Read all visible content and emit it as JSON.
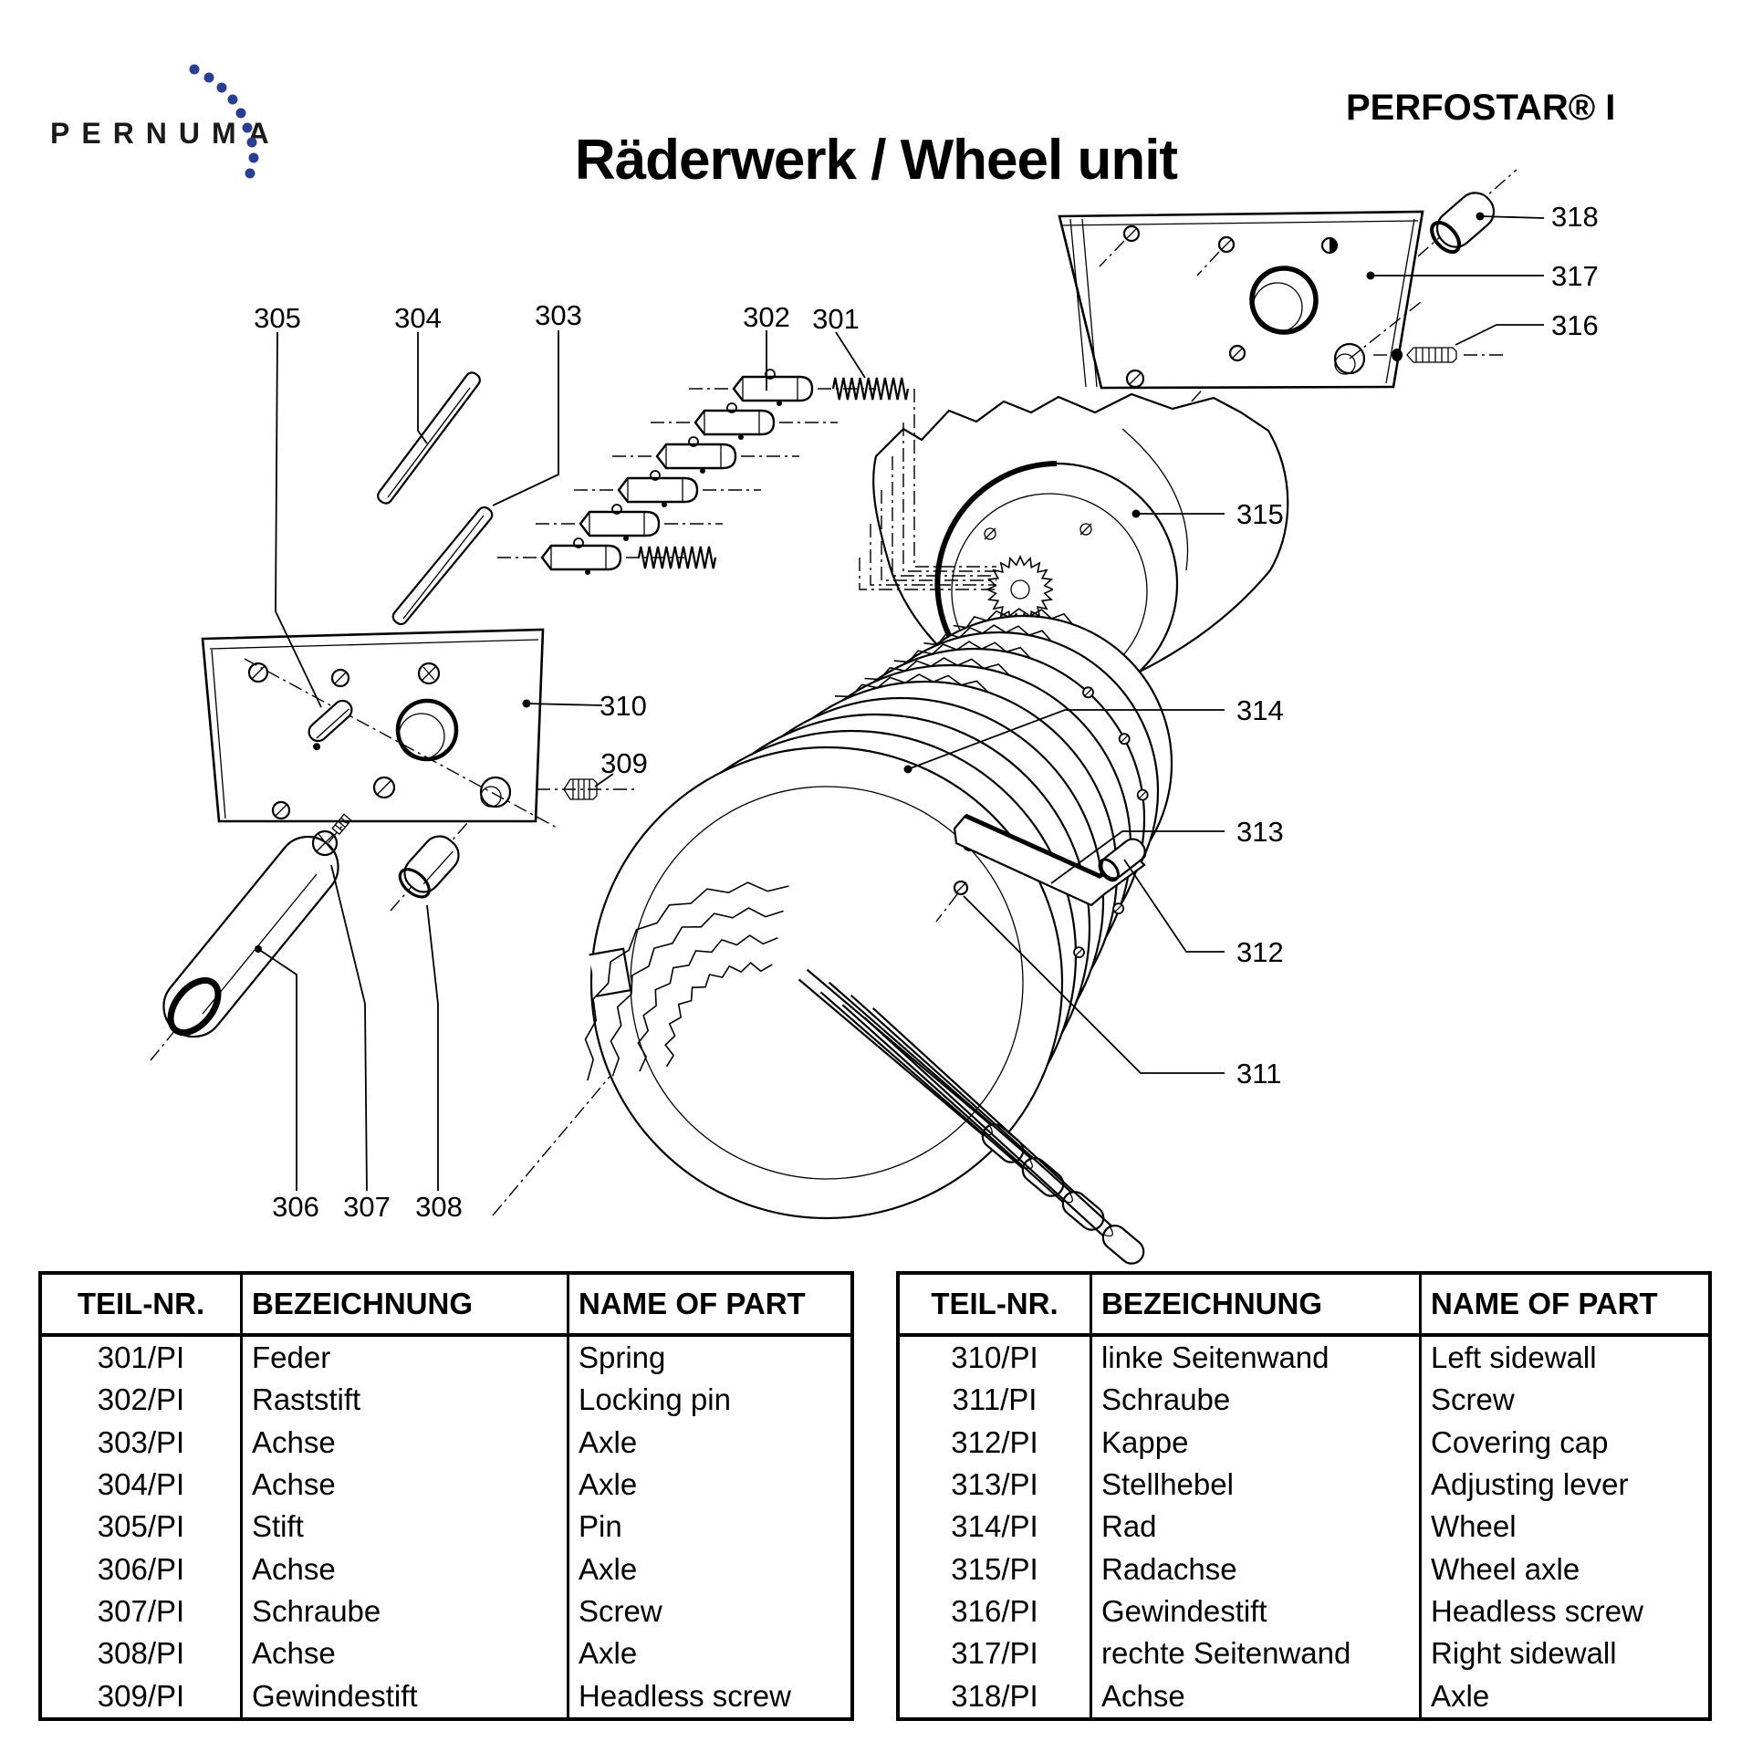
{
  "header": {
    "logo_text": "PERNUMA",
    "title": "Räderwerk / Wheel unit",
    "product": "PERFOSTAR® I",
    "logo_accent_color": "#2b3f90"
  },
  "diagram": {
    "labels": {
      "301": "301",
      "302": "302",
      "303": "303",
      "304": "304",
      "305": "305",
      "306": "306",
      "307": "307",
      "308": "308",
      "309": "309",
      "310": "310",
      "311": "311",
      "312": "312",
      "313": "313",
      "314": "314",
      "315": "315",
      "316": "316",
      "317": "317",
      "318": "318"
    }
  },
  "tables": {
    "left": {
      "headers": [
        "TEIL-NR.",
        "BEZEICHNUNG",
        "NAME OF PART"
      ],
      "rows": [
        [
          "301/PI",
          "Feder",
          "Spring"
        ],
        [
          "302/PI",
          "Raststift",
          "Locking pin"
        ],
        [
          "303/PI",
          "Achse",
          "Axle"
        ],
        [
          "304/PI",
          "Achse",
          "Axle"
        ],
        [
          "305/PI",
          "Stift",
          "Pin"
        ],
        [
          "306/PI",
          "Achse",
          "Axle"
        ],
        [
          "307/PI",
          "Schraube",
          "Screw"
        ],
        [
          "308/PI",
          "Achse",
          "Axle"
        ],
        [
          "309/PI",
          "Gewindestift",
          "Headless screw"
        ]
      ]
    },
    "right": {
      "headers": [
        "TEIL-NR.",
        "BEZEICHNUNG",
        "NAME OF PART"
      ],
      "rows": [
        [
          "310/PI",
          "linke Seitenwand",
          "Left sidewall"
        ],
        [
          "311/PI",
          "Schraube",
          "Screw"
        ],
        [
          "312/PI",
          "Kappe",
          "Covering cap"
        ],
        [
          "313/PI",
          "Stellhebel",
          "Adjusting lever"
        ],
        [
          "314/PI",
          "Rad",
          "Wheel"
        ],
        [
          "315/PI",
          "Radachse",
          "Wheel axle"
        ],
        [
          "316/PI",
          "Gewindestift",
          "Headless screw"
        ],
        [
          "317/PI",
          "rechte Seitenwand",
          "Right sidewall"
        ],
        [
          "318/PI",
          "Achse",
          "Axle"
        ]
      ]
    }
  }
}
